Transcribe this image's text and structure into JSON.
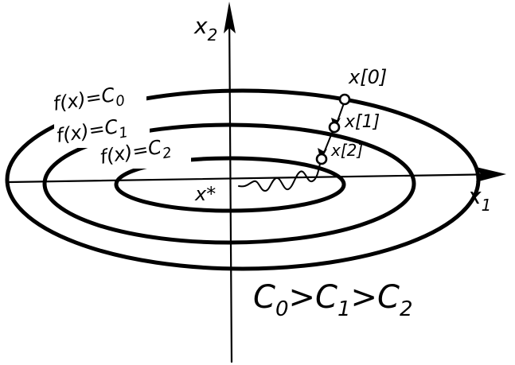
{
  "axes": {
    "x_label": "x",
    "x_sub": "1",
    "y_label": "x",
    "y_sub": "2"
  },
  "contours": [
    {
      "label_pre": "f(x)=C",
      "label_sub": "0"
    },
    {
      "label_pre": "f(x)=C",
      "label_sub": "1"
    },
    {
      "label_pre": "f(x)=C",
      "label_sub": "2"
    }
  ],
  "iterates": [
    "x[0]",
    "x[1]",
    "x[2]"
  ],
  "optimum_label": "x*",
  "inequality": {
    "c": "C",
    "subs": [
      "0",
      "1",
      "2"
    ],
    "gt": ">"
  },
  "colors": {
    "ink": "#000000",
    "background": "#ffffff"
  }
}
